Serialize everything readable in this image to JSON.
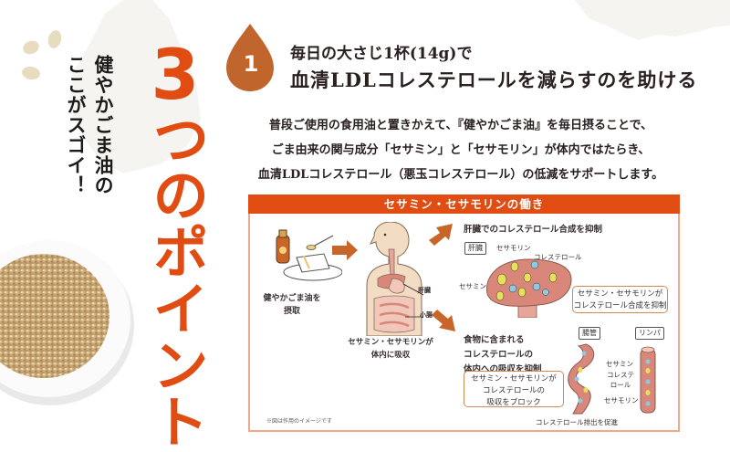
{
  "catchphrase": {
    "line1": "健やかごま油の",
    "line2": "ここがスゴイ！"
  },
  "big_title": {
    "number": "3",
    "rest": "つのポイント"
  },
  "point": {
    "number": "1",
    "headline_line1": "毎日の大さじ1杯(14g)で",
    "headline_line2": "血清LDLコレステロールを減らすのを助ける"
  },
  "body": {
    "line1": "普段ご使用の食用油と置きかえて、『健やかごま油』を毎日摂ることで、",
    "line2": "ごま由来の関与成分「セサミン」と「セサモリン」が体内ではたらき、",
    "line3": "血清LDLコレステロール（悪玉コレステロール）の低減をサポートします。"
  },
  "diagram": {
    "title": "セサミン・セサモリンの働き",
    "intake_label_1": "健やかごま油を",
    "intake_label_2": "摂取",
    "body_liver_label": "肝臓",
    "body_intestine_label": "小腸",
    "absorb_label_1": "セサミン・セサモリンが",
    "absorb_label_2": "体内に吸収",
    "liver_section_title": "肝臓でのコレステロール合成を抑制",
    "liver_tag": "肝臓",
    "liver_sesamolin": "セサモリン",
    "liver_cholesterol": "コレステロール",
    "liver_sesamin": "セサミン",
    "liver_callout_1": "セサミン・セサモリンが",
    "liver_callout_2": "コレステロール合成を抑制",
    "gut_section_1": "食物に含まれる",
    "gut_section_2": "コレステロールの",
    "gut_section_3": "体内への吸収を抑制",
    "gut_callout_1": "セサミン・セサモリンが",
    "gut_callout_2": "コレステロールの",
    "gut_callout_3": "吸収をブロック",
    "gut_tag": "腸管",
    "lymph_tag": "リンパ",
    "gut_sesamin": "セサミン",
    "gut_cholesterol_1": "コレステ",
    "gut_cholesterol_2": "ロール",
    "gut_sesamolin": "セサモリン",
    "excretion": "コレステロール排出を促進",
    "note": "※図は作用のイメージです"
  },
  "colors": {
    "accent_orange": "#e14c12",
    "badge_brown": "#c0662c",
    "arrow_brown": "#c8662a",
    "panel_border": "#f0a78a",
    "organ_pink": "#d9877a",
    "seed_beige": "#e8dcc0",
    "bg_cloud": "#f6f4f0"
  }
}
